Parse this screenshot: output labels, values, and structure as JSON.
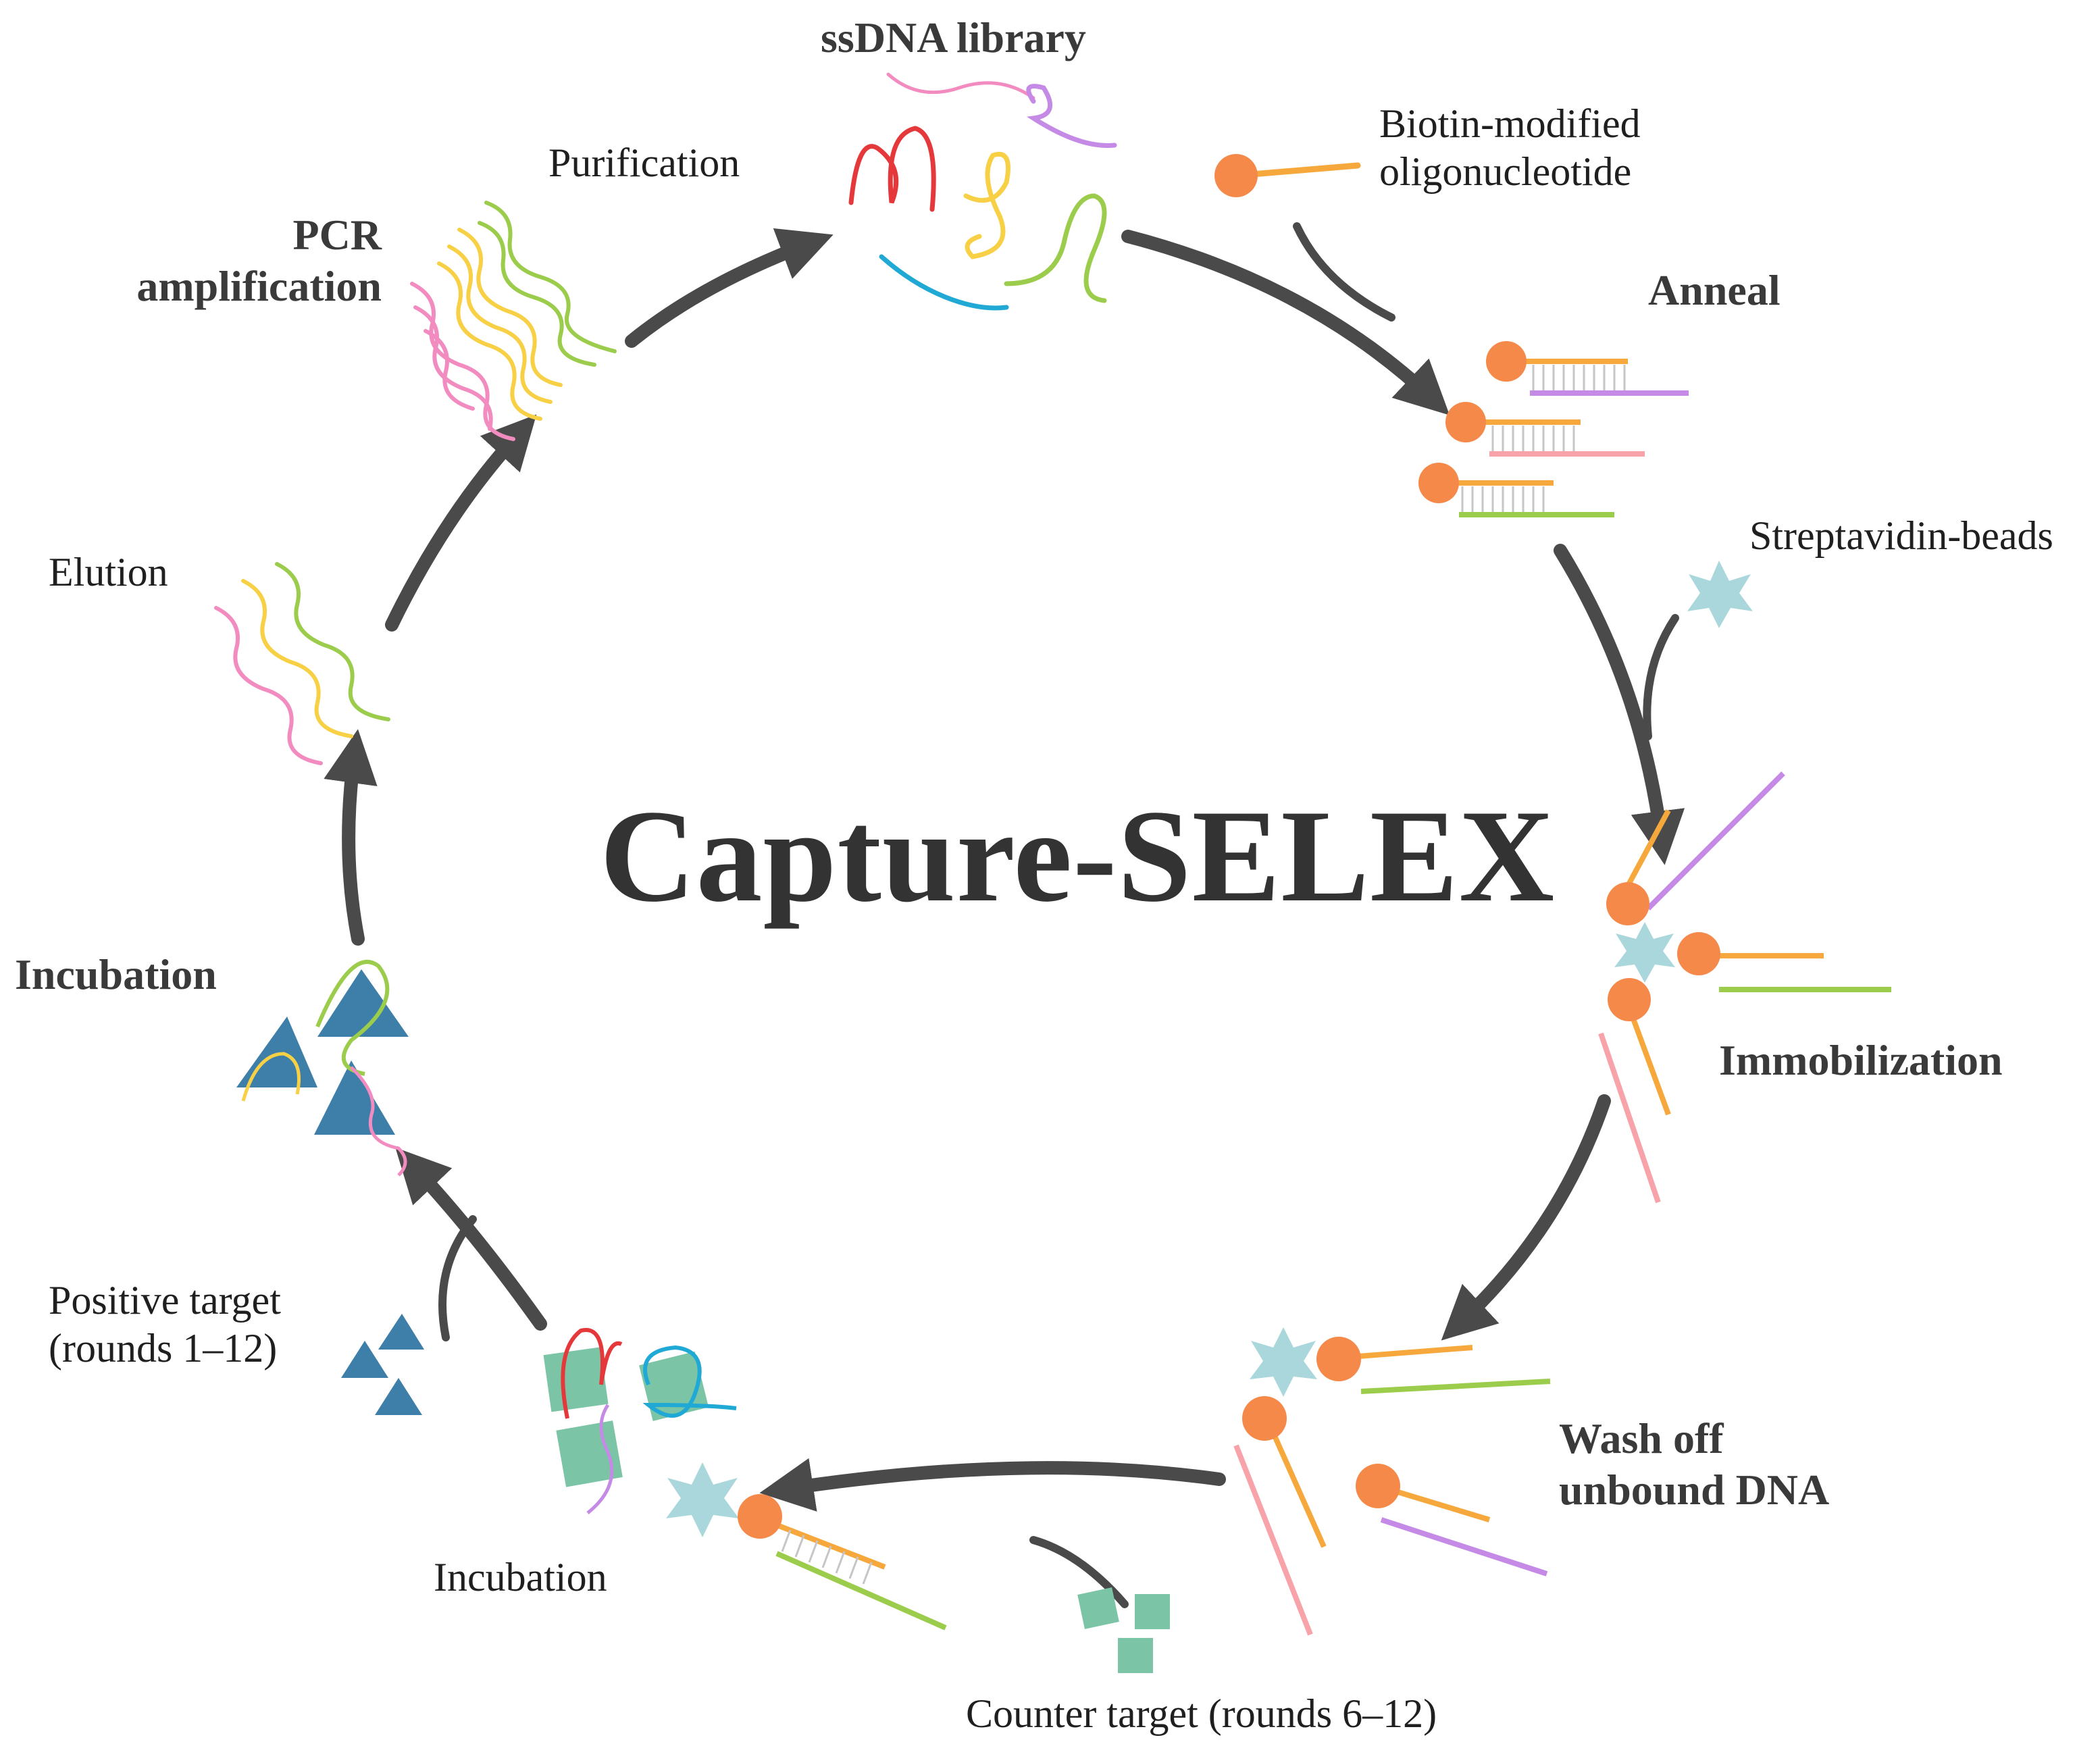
{
  "title": "Capture-SELEX",
  "steps": {
    "library": "ssDNA library",
    "purification": "Purification",
    "pcr_line1": "PCR",
    "pcr_line2": "amplification",
    "biotin_line1": "Biotin-modified",
    "biotin_line2": "oligonucleotide",
    "anneal": "Anneal",
    "streptavidin": "Streptavidin-beads",
    "immobilization": "Immobilization",
    "wash_line1": "Wash off",
    "wash_line2": "unbound DNA",
    "counter": "Counter target (rounds 6–12)",
    "incubation_counter": "Incubation",
    "positive_line1": "Positive target",
    "positive_line2": "(rounds 1–12)",
    "incubation_positive": "Incubation",
    "elution": "Elution"
  },
  "colors": {
    "arrow": "#4a4a4a",
    "biotin": "#f5894a",
    "linker": "#f6a83c",
    "bead": "#a9d7dc",
    "strand_red": "#e5383b",
    "strand_pink": "#f28cc0",
    "strand_purple": "#c48ae6",
    "strand_yellow": "#f7d046",
    "strand_green": "#9ccc4c",
    "strand_blue": "#21a9d6",
    "positive_target": "#3d7fa8",
    "counter_target": "#7cc4a6"
  }
}
